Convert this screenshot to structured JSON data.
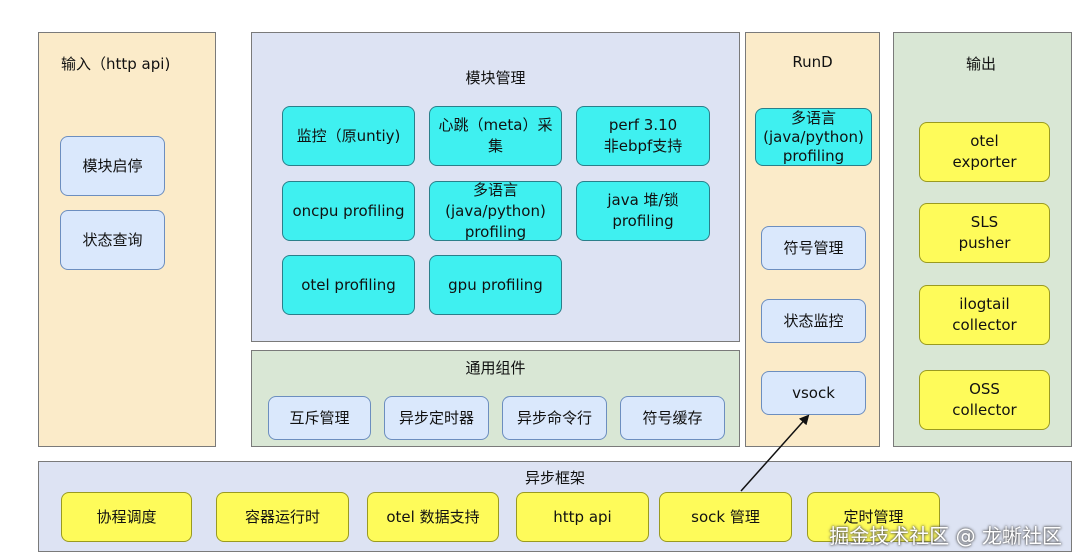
{
  "input": {
    "title": "输入（http api)",
    "items": [
      "模块启停",
      "状态查询"
    ]
  },
  "modules": {
    "title": "模块管理",
    "items": [
      "监控（原untiy)",
      "心跳（meta）采\n集",
      "perf 3.10\n非ebpf支持",
      "oncpu profiling",
      "多语言\n(java/python)\nprofiling",
      "java 堆/锁\nprofiling",
      "otel profiling",
      "gpu profiling"
    ]
  },
  "common": {
    "title": "通用组件",
    "items": [
      "互斥管理",
      "异步定时器",
      "异步命令行",
      "符号缓存"
    ]
  },
  "rund": {
    "title": "RunD",
    "items": [
      "多语言\n(java/python)\nprofiling",
      "符号管理",
      "状态监控",
      "vsock"
    ]
  },
  "output": {
    "title": "输出",
    "items": [
      "otel\nexporter",
      "SLS\npusher",
      "ilogtail\ncollector",
      "OSS\ncollector"
    ]
  },
  "async": {
    "title": "异步框架",
    "items": [
      "协程调度",
      "容器运行时",
      "otel 数据支持",
      "http api",
      "sock 管理",
      "定时管理"
    ]
  },
  "watermark": "掘金技术社区 @ 龙蜥社区",
  "colors": {
    "cream": "#fbebc9",
    "lavender": "#dde3f3",
    "green": "#d9e7d5",
    "blue_box": "#dae8fc",
    "cyan_box": "#3ff0f0",
    "yellow_box": "#fefb5a"
  }
}
